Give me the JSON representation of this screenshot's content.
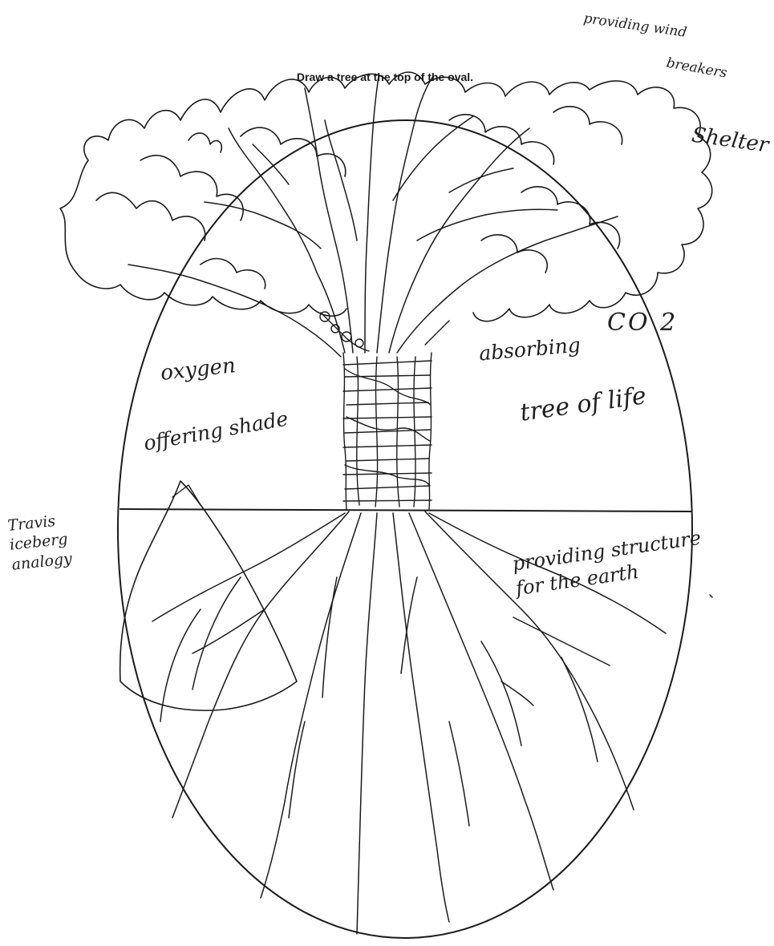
{
  "worksheet": {
    "instruction": "Draw a tree at the top of the oval."
  },
  "annotations": {
    "providing_wind": "providing wind",
    "breakers": "breakers",
    "shelter": "Shelter",
    "co2": "CO 2",
    "absorbing": "absorbing",
    "tree_of_life": "tree of life",
    "oxygen": "oxygen",
    "offering_shade": "offering shade",
    "travis_iceberg": "Travis\niceberg\nanalogy",
    "providing_structure": "providing structure\nfor the earth"
  },
  "drawing": {
    "subject": "tree-with-roots",
    "stroke_color": "#1a1a1a",
    "paper_color": "#ffffff"
  }
}
